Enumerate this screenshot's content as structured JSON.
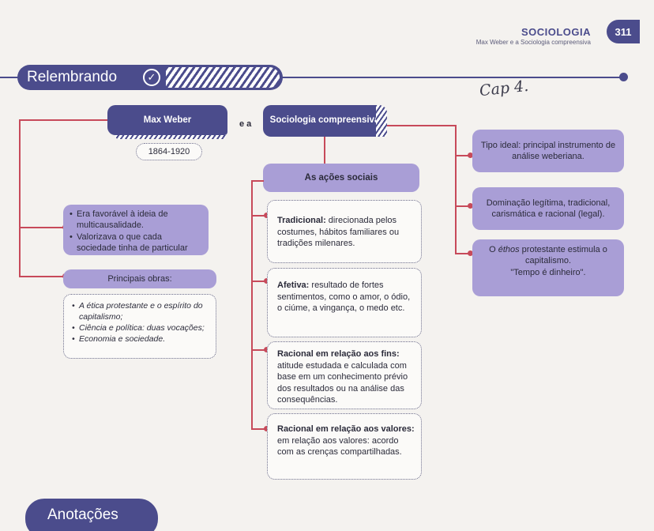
{
  "header": {
    "subject": "SOCIOLOGIA",
    "subtitle": "Max Weber e a Sociologia compreensiva",
    "page_number": "311"
  },
  "section": {
    "title": "Relembrando",
    "check_icon": "check-circle-icon"
  },
  "handwritten_note": "Cap 4.",
  "left": {
    "weber_title": "Max Weber",
    "weber_dates": "1864-1920",
    "connector": "e a",
    "bullets": [
      "Era favorável à ideia de multicausalidade.",
      "Valorizava o que cada sociedade tinha de particular"
    ],
    "works_title": "Principais obras:",
    "works": [
      "A ética protestante e o espírito do capitalismo;",
      "Ciência e política: duas vocações;",
      "Economia e sociedade."
    ]
  },
  "center": {
    "main_title": "Sociologia compreensiva",
    "actions_title": "As ações sociais",
    "actions": [
      {
        "term": "Tradicional:",
        "text": " direcionada pelos costumes, hábitos familiares ou tradições milenares."
      },
      {
        "term": "Afetiva:",
        "text": " resultado de fortes sentimentos, como o amor, o ódio, o ciúme, a vingança, o medo etc."
      },
      {
        "term": "Racional em relação aos fins:",
        "text": " atitude estudada e calculada com base em um conhecimento prévio dos resultados ou na análise das consequências."
      },
      {
        "term": "Racional em relação aos valores:",
        "text": " em relação aos valores: acordo com as crenças compartilhadas."
      }
    ]
  },
  "right": {
    "box1": "Tipo ideal: principal instrumento de análise weberiana.",
    "box2": "Dominação legítima, tradicional, carismática e racional (legal).",
    "box3_pre": "O ",
    "box3_em": "éthos",
    "box3_post": " protestante estimula o capitalismo.",
    "box3_quote": "\"Tempo é dinheiro\"."
  },
  "footer": {
    "notes_title": "Anotações"
  }
}
